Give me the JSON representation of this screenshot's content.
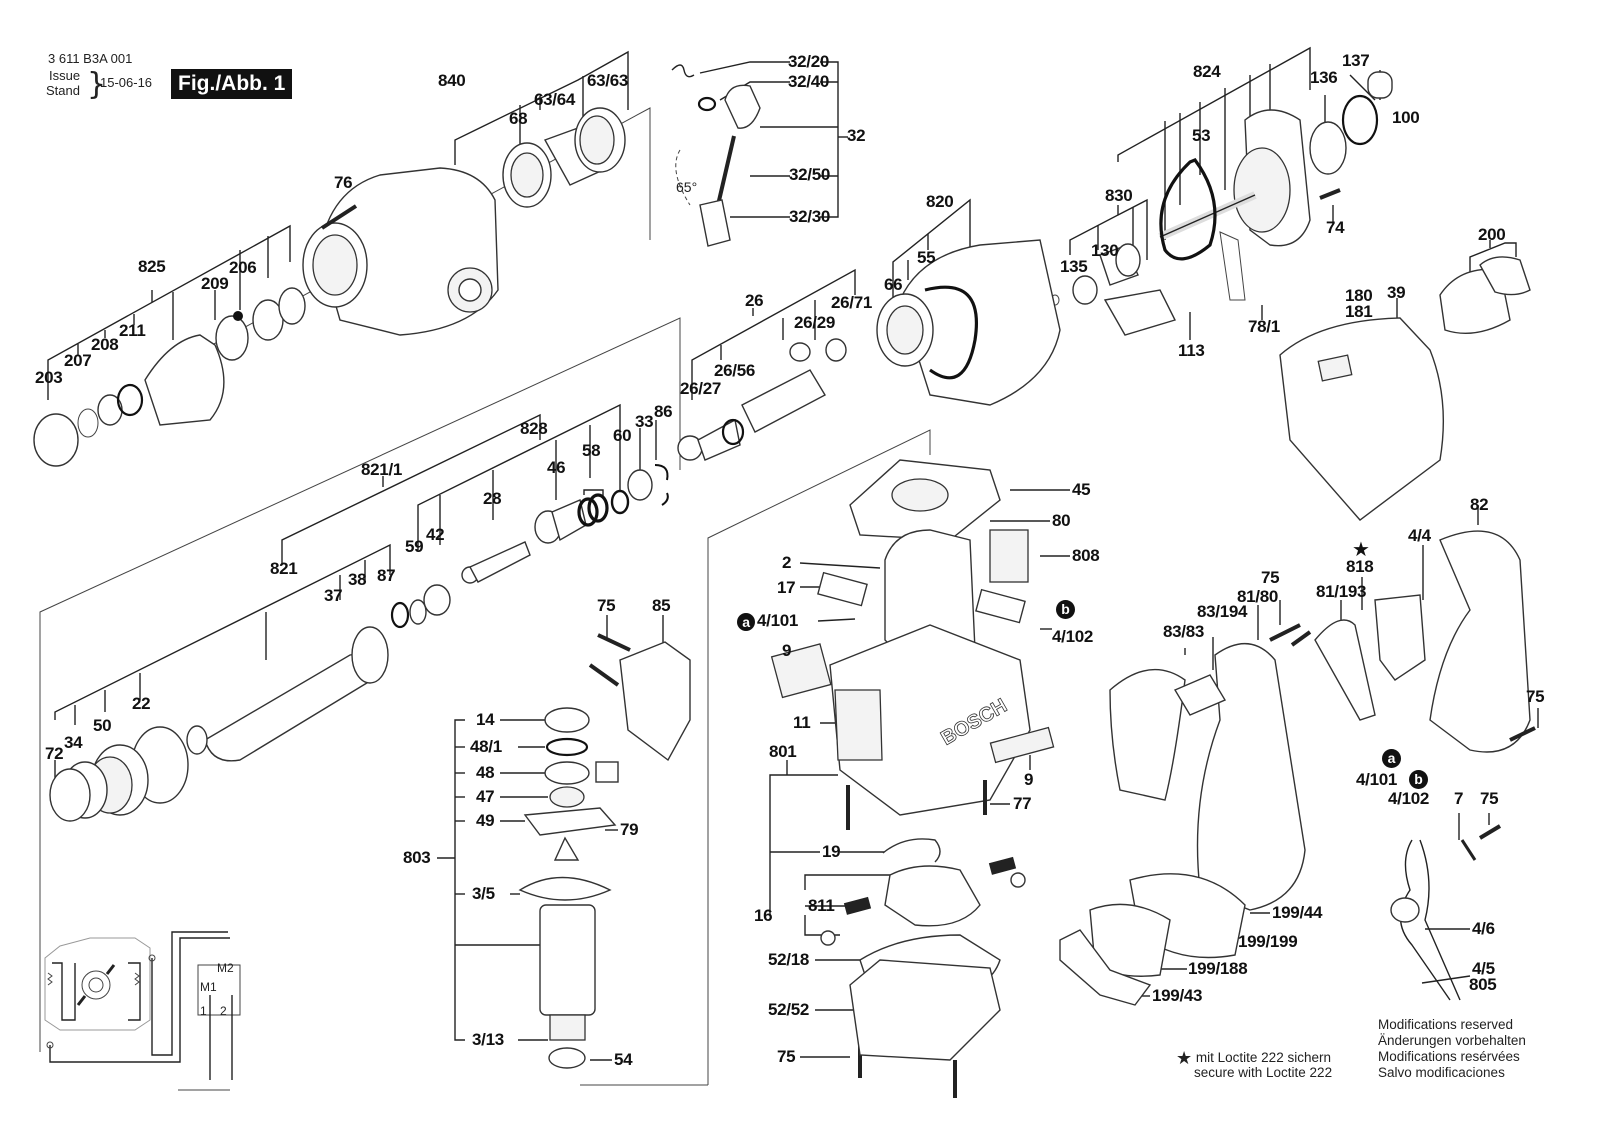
{
  "header": {
    "part_number": "3 611 B3A 001",
    "issue_label_en": "Issue",
    "issue_label_de": "Stand",
    "issue_date": "15-06-16",
    "figure_tag": "Fig./Abb. 1"
  },
  "labels": {
    "l840": "840",
    "l63_63": "63/63",
    "l63_64": "63/64",
    "l68": "68",
    "l76": "76",
    "l32_20": "32/20",
    "l32_40": "32/40",
    "l32": "32",
    "l32_50": "32/50",
    "l32_30": "32/30",
    "angle65": "65°",
    "l824": "824",
    "l137": "137",
    "l136": "136",
    "l100": "100",
    "l53": "53",
    "l830": "830",
    "l74": "74",
    "l130": "130",
    "l135": "135",
    "l113": "113",
    "l78_1": "78/1",
    "l200": "200",
    "l180": "180",
    "l181": "181",
    "l39": "39",
    "l820": "820",
    "l55": "55",
    "l66": "66",
    "l825": "825",
    "l209": "209",
    "l206": "206",
    "l211": "211",
    "l208": "208",
    "l207": "207",
    "l203": "203",
    "l26": "26",
    "l26_71": "26/71",
    "l26_29": "26/29",
    "l26_56": "26/56",
    "l26_27": "26/27",
    "l828": "828",
    "l821_1": "821/1",
    "l58": "58",
    "l60": "60",
    "l33": "33",
    "l86": "86",
    "l46": "46",
    "l28": "28",
    "l59": "59",
    "l42": "42",
    "l821": "821",
    "l37": "37",
    "l38": "38",
    "l87": "87",
    "l22": "22",
    "l50": "50",
    "l34": "34",
    "l72": "72",
    "l45": "45",
    "l80": "80",
    "l808": "808",
    "l2": "2",
    "l17": "17",
    "l4_101a": "4/101",
    "l4_102b": "4/102",
    "l9a": "9",
    "l11": "11",
    "l801": "801",
    "l9b": "9",
    "l77": "77",
    "l19": "19",
    "l811": "811",
    "l16": "16",
    "l52_18": "52/18",
    "l52_52": "52/52",
    "l75d": "75",
    "l75a": "75",
    "l85": "85",
    "l14": "14",
    "l48_1": "48/1",
    "l48": "48",
    "l47": "47",
    "l49": "49",
    "l79": "79",
    "l803": "803",
    "l3_5": "3/5",
    "l3_13": "3/13",
    "l54": "54",
    "l818": "818",
    "l4_4": "4/4",
    "l82": "82",
    "l75b": "75",
    "l81_193": "81/193",
    "l81_80": "81/80",
    "l83_194": "83/194",
    "l83_83": "83/83",
    "l75c": "75",
    "l4_101": "4/101",
    "l4_102": "4/102",
    "l7": "7",
    "l75e": "75",
    "l199_44": "199/44",
    "l199_199": "199/199",
    "l199_188": "199/188",
    "l199_43": "199/43",
    "l4_6": "4/6",
    "l4_5": "4/5",
    "l805": "805"
  },
  "markers": {
    "a": "a",
    "b": "b",
    "star": "★"
  },
  "schematic": {
    "m1": "M1",
    "m2": "M2",
    "t1": "1",
    "t2": "2"
  },
  "notes": {
    "loctite_de": "mit Loctite 222 sichern",
    "loctite_en": "secure with Loctite 222",
    "mods": [
      "Modifications reserved",
      "Änderungen vorbehalten",
      "Modifications resérvées",
      "Salvo modificaciones"
    ]
  },
  "brand_mark": "BOSCH"
}
